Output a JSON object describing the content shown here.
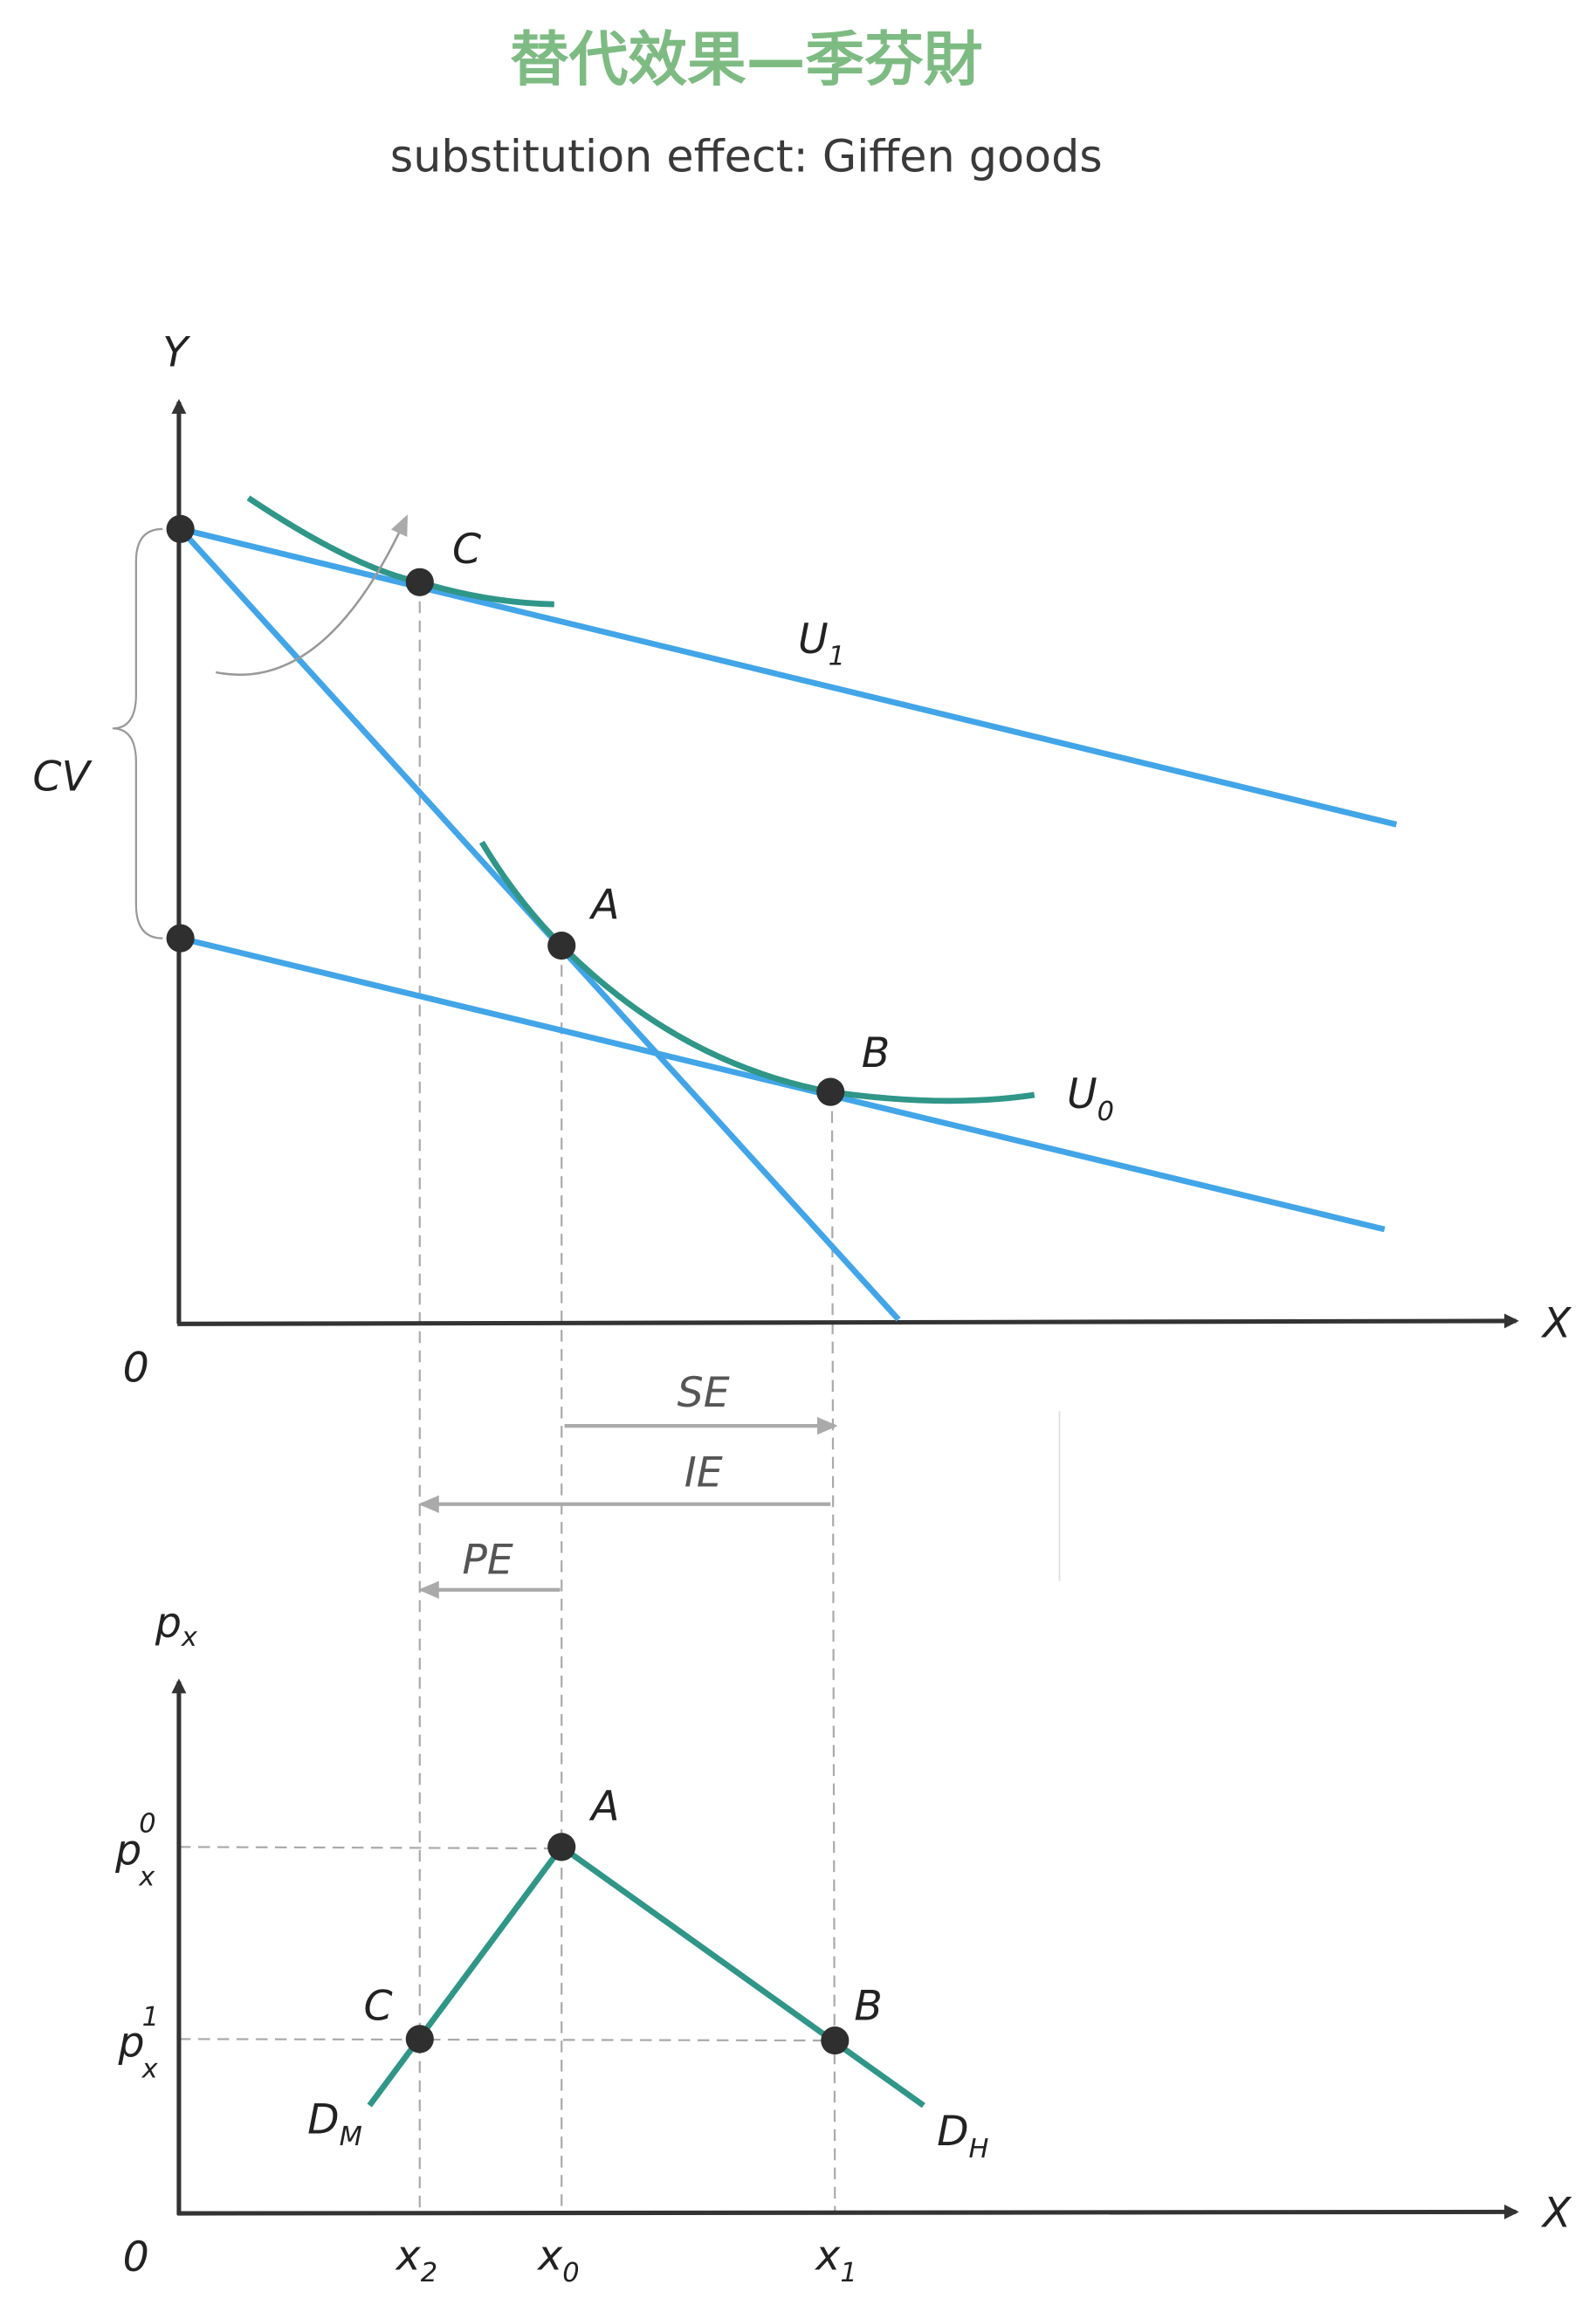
{
  "title": "替代效果—季芬財",
  "subtitle": "substitution effect: Giffen goods",
  "colors": {
    "title": "#7dbb82",
    "budget": "#42a5e8",
    "curve": "#2f9688",
    "point": "#2f2f2f",
    "guide": "#aaaaaa"
  },
  "top": {
    "y_axis": "Y",
    "x_axis": "X",
    "origin": "0",
    "points": {
      "A": "A",
      "B": "B",
      "C": "C"
    },
    "curves": {
      "u1": "U",
      "u1_sub": "1",
      "u0": "U",
      "u0_sub": "0"
    },
    "cv": "CV"
  },
  "effects": {
    "se": "SE",
    "ie": "IE",
    "pe": "PE"
  },
  "bottom": {
    "y_axis": "p",
    "y_axis_sub": "x",
    "x_axis": "X",
    "origin": "0",
    "p0": "p",
    "p0_sub": "x",
    "p0_sup": "0",
    "p1": "p",
    "p1_sub": "x",
    "p1_sup": "1",
    "points": {
      "A": "A",
      "B": "B",
      "C": "C"
    },
    "dm": "D",
    "dm_sub": "M",
    "dh": "D",
    "dh_sub": "H",
    "x2": "x",
    "x2_sub": "2",
    "x0": "x",
    "x0_sub": "0",
    "x1": "x",
    "x1_sub": "1"
  }
}
